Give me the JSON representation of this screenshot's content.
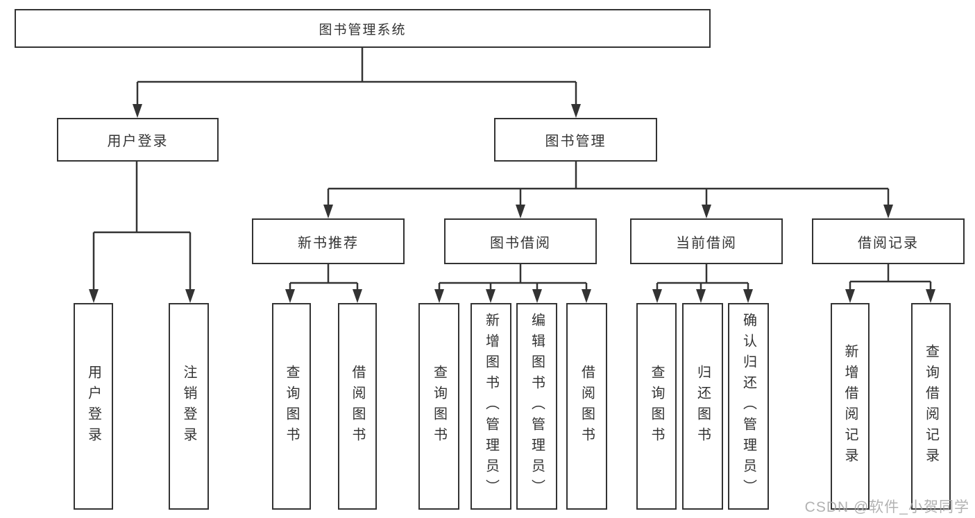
{
  "watermark": "CSDN @软件_小贺同学",
  "colors": {
    "line": "#333333",
    "box_border": "#333333",
    "box_fill": "#ffffff",
    "text": "#333333",
    "watermark": "#a4a4a4"
  },
  "tree": {
    "root": {
      "label": "图书管理系统"
    },
    "branches": [
      {
        "label": "用户登录",
        "children": [
          {
            "label": "用户登录"
          },
          {
            "label": "注销登录"
          }
        ]
      },
      {
        "label": "图书管理",
        "children": [
          {
            "label": "新书推荐",
            "children": [
              {
                "label": "查询图书"
              },
              {
                "label": "借阅图书"
              }
            ]
          },
          {
            "label": "图书借阅",
            "children": [
              {
                "label": "查询图书"
              },
              {
                "label": "新增图书（管理员）"
              },
              {
                "label": "编辑图书（管理员）"
              },
              {
                "label": "借阅图书"
              }
            ]
          },
          {
            "label": "当前借阅",
            "children": [
              {
                "label": "查询图书"
              },
              {
                "label": "归还图书"
              },
              {
                "label": "确认归还（管理员）"
              }
            ]
          },
          {
            "label": "借阅记录",
            "children": [
              {
                "label": "新增借阅记录"
              },
              {
                "label": "查询借阅记录"
              }
            ]
          }
        ]
      }
    ]
  }
}
